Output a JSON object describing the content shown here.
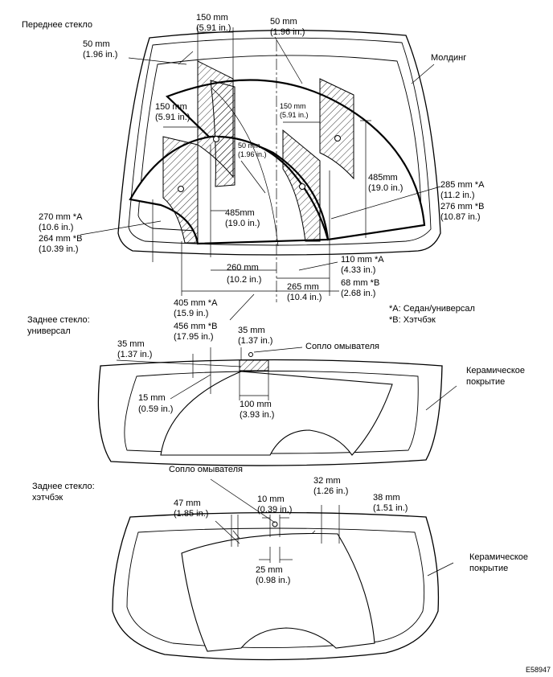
{
  "sections": {
    "front_title": "Переднее стекло",
    "wagon_title_1": "Заднее стекло:",
    "wagon_title_2": "универсал",
    "hatch_title_1": "Заднее стекло:",
    "hatch_title_2": "хэтчбэк"
  },
  "front": {
    "molding": "Молдинг",
    "d150a_mm": "150 mm",
    "d150a_in": "(5.91 in.)",
    "d50a_mm": "50 mm",
    "d50a_in": "(1.96 in.)",
    "d50b_mm": "50 mm",
    "d50b_in": "(1.96 in.)",
    "d150b_mm": "150 mm",
    "d150b_in": "(5.91 in.)",
    "d150c_mm": "150 mm",
    "d150c_in": "(5.91 in.)",
    "d50c_mm": "50 mm",
    "d50c_in": "(1.96 in.)",
    "d485a_mm": "485mm",
    "d485a_in": "(19.0 in.)",
    "d485b_mm": "485mm",
    "d485b_in": "(19.0 in.)",
    "d285_mm": "285 mm *A",
    "d285_in": "(11.2 in.)",
    "d276_mm": "276 mm *B",
    "d276_in": "(10.87 in.)",
    "d270_mm": "270 mm *A",
    "d270_in": "(10.6 in.)",
    "d264_mm": "264 mm *B",
    "d264_in": "(10.39 in.)",
    "d260_mm": "260 mm",
    "d260_in": "(10.2 in.)",
    "d110_mm": "110 mm *A",
    "d110_in": "(4.33 in.)",
    "d265_mm": "265 mm",
    "d265_in": "(10.4 in.)",
    "d68_mm": "68 mm *B",
    "d68_in": "(2.68 in.)",
    "d405_mm": "405 mm *A",
    "d405_in": "(15.9 in.)",
    "d456_mm": "456 mm *B",
    "d456_in": "(17.95 in.)"
  },
  "legend": {
    "a": "*A: Седан/универсал",
    "b": "*B: Хэтчбэк"
  },
  "wagon": {
    "d35a_mm": "35 mm",
    "d35a_in": "(1.37 in.)",
    "d35b_mm": "35 mm",
    "d35b_in": "(1.37 in.)",
    "nozzle": "Сопло омывателя",
    "ceramic_1": "Керамическое",
    "ceramic_2": "покрытие",
    "d15_mm": "15 mm",
    "d15_in": "(0.59 in.)",
    "d100_mm": "100 mm",
    "d100_in": "(3.93 in.)"
  },
  "hatch": {
    "nozzle": "Сопло омывателя",
    "d10_mm": "10 mm",
    "d10_in": "(0.39 in.)",
    "d32_mm": "32 mm",
    "d32_in": "(1.26 in.)",
    "d47_mm": "47 mm",
    "d47_in": "(1.85 in.)",
    "d38_mm": "38 mm",
    "d38_in": "(1.51 in.)",
    "ceramic_1": "Керамическое",
    "ceramic_2": "покрытие",
    "d25_mm": "25 mm",
    "d25_in": "(0.98 in.)"
  },
  "figure_code": "E58947"
}
